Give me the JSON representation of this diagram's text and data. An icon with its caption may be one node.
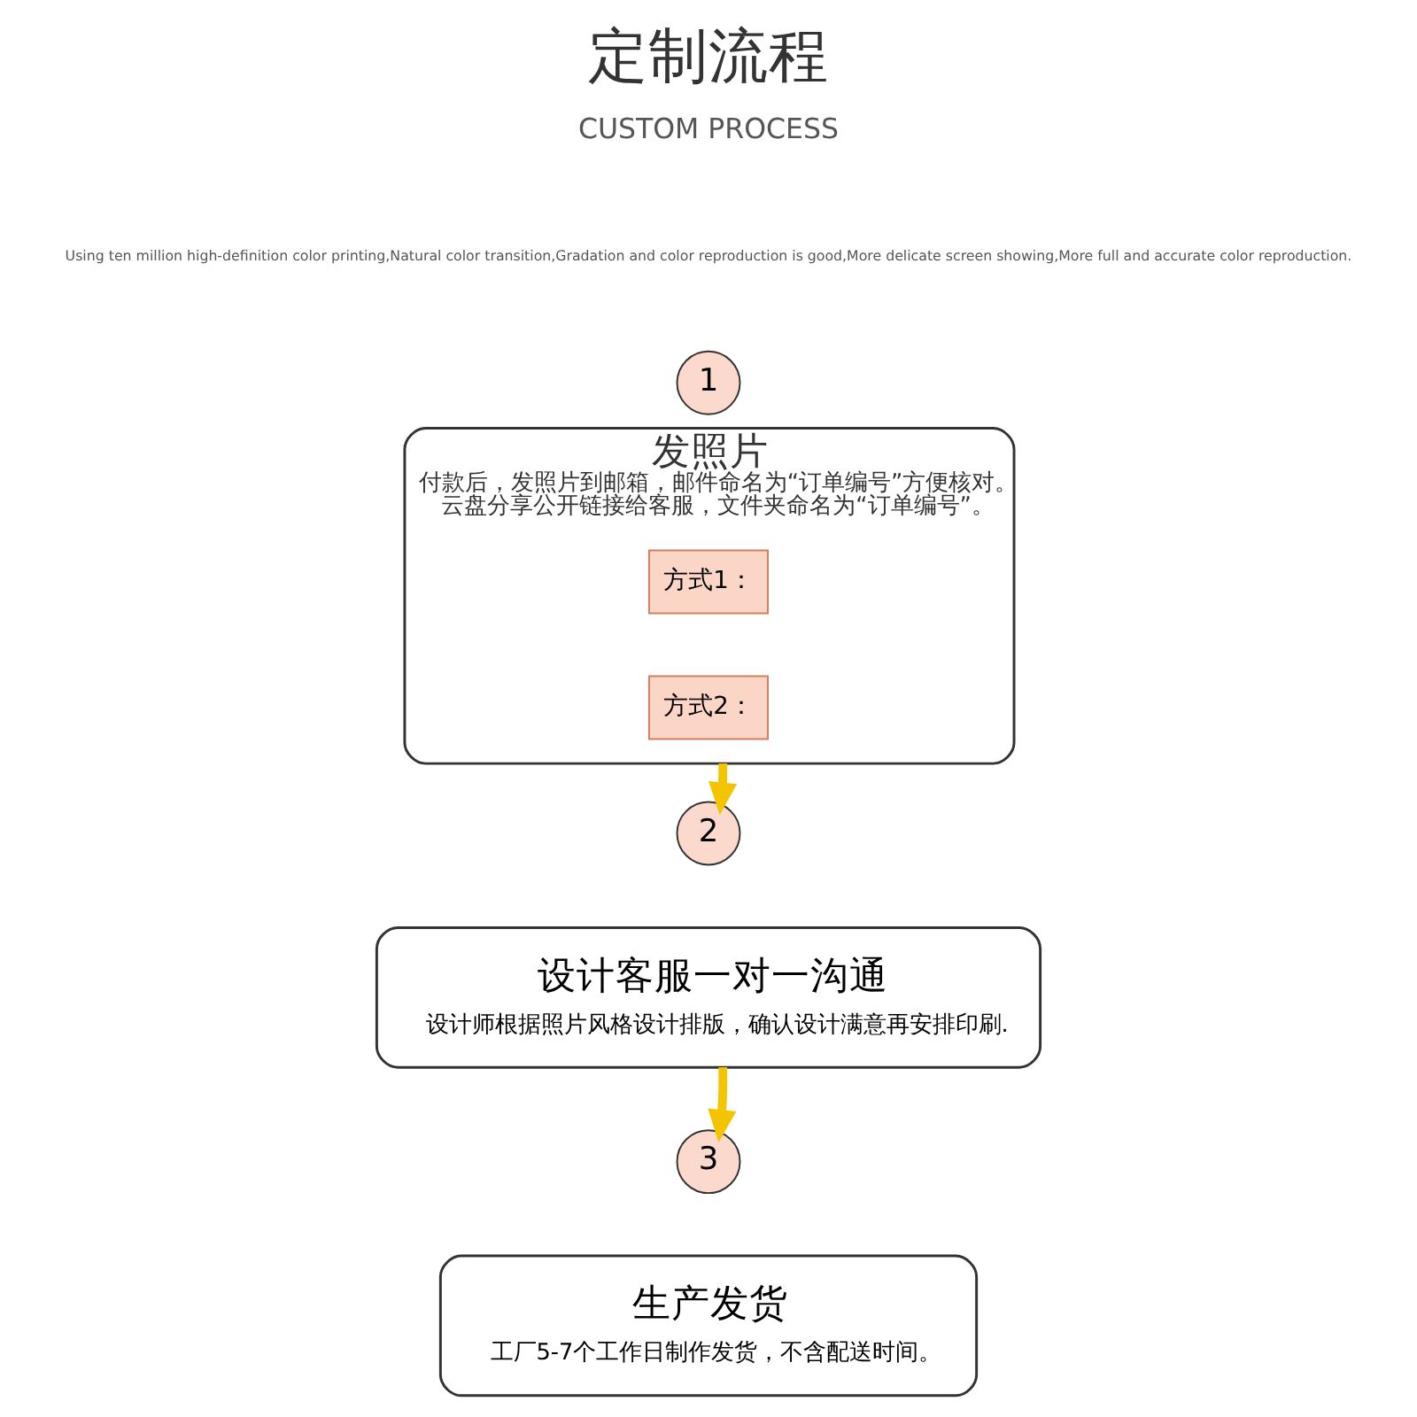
{
  "diagram": {
    "title": "定制流程",
    "nodes": [
      {
        "text": [
          "1"
        ]
      },
      {
        "text": [
          "发照片",
          "付款后，发照片到邮箱，邮件命名为“订单编号”方便核对。",
          "云盘分享公开链接给客服，文件夹命名为“订单编号”。"
        ]
      },
      {
        "text": [
          "方式1："
        ],
        "in": 1
      },
      {
        "text": [
          "方式2："
        ],
        "in": 1
      },
      {
        "text": [
          "2"
        ]
      },
      {
        "text": [
          "设计客服一对一沟通",
          "设计师根据照片风格设计排版，确认设计满意再安排印刷."
        ]
      },
      {
        "text": [
          "3"
        ]
      },
      {
        "text": [
          "生产发货",
          "工厂5-7个工作日制作发货，不含配送时间。"
        ]
      }
    ],
    "edges": [
      {
        "from": 1,
        "to": 4,
        "arrow": "to",
        "color": "#f5c400"
      },
      {
        "from": 5,
        "to": 6,
        "arrow": "to",
        "color": "#f5c400"
      }
    ],
    "labels": [
      "CUSTOM PROCESS",
      "Using ten million high-definition color printing,Natural color transition,Gradation and color reproduction is good,More delicate screen showing,More full and accurate color reproduction."
    ]
  }
}
